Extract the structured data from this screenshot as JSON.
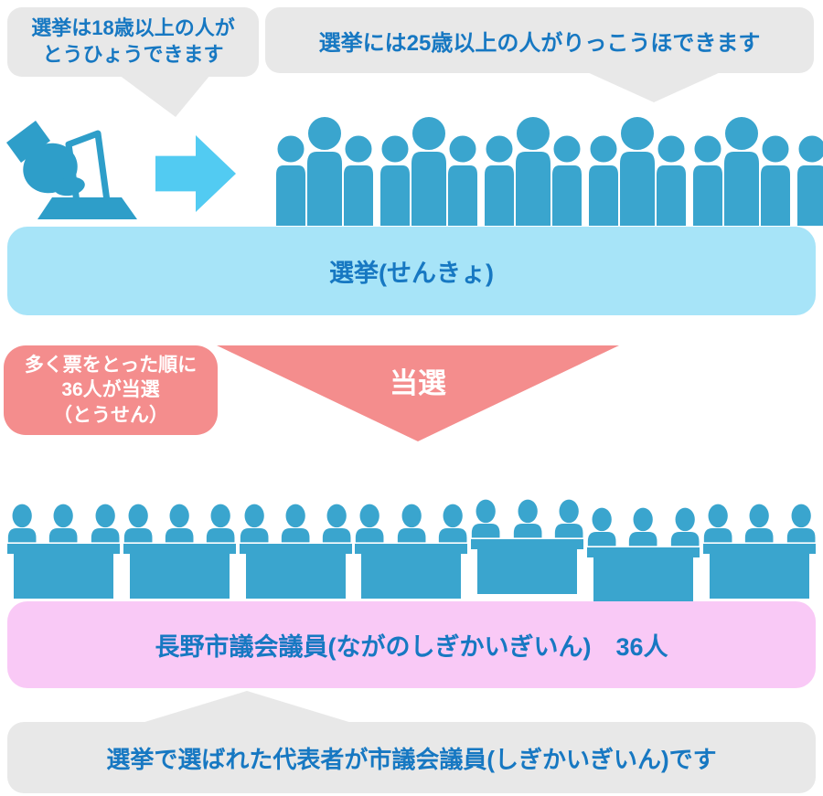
{
  "colors": {
    "person_blue": "#3AA5CE",
    "icon_blue": "#2E9EC9",
    "arrow_blue": "#52CBF2",
    "election_banner_bg": "#A7E4F8",
    "text_blue": "#1778C2",
    "win_pink": "#F48D8D",
    "council_banner_bg": "#F9C9F6",
    "callout_gray": "#E8E8E8",
    "white": "#FFFFFF"
  },
  "callouts": {
    "vote_age": {
      "line1": "選挙は18歳以上の人が",
      "line2": "とうひょうできます"
    },
    "candidate_age": {
      "text": "選挙には25歳以上の人がりっこうほできます"
    },
    "bottom": {
      "text": "選挙で選ばれた代表者が市議会議員(しぎかいぎいん)です"
    }
  },
  "election_banner": {
    "label": "選挙(せんきょ)"
  },
  "win_note": {
    "line1": "多く票をとった順に",
    "line2": "36人が当選",
    "line3": "（とうせん）"
  },
  "win_arrow": {
    "label": "当選"
  },
  "council_banner": {
    "label": "長野市議会議員(ながのしぎかいぎいん)　36人"
  },
  "icons": {
    "ballot": "ballot-hand-icon",
    "arrow": "right-arrow-icon",
    "voter": "standing-person-icon",
    "member": "seated-person-icon"
  },
  "figures": {
    "voter_clusters": 6,
    "voters_per_cluster": 3,
    "council_desks": 7,
    "members_per_desk": 3,
    "council_members_total": "36人"
  }
}
